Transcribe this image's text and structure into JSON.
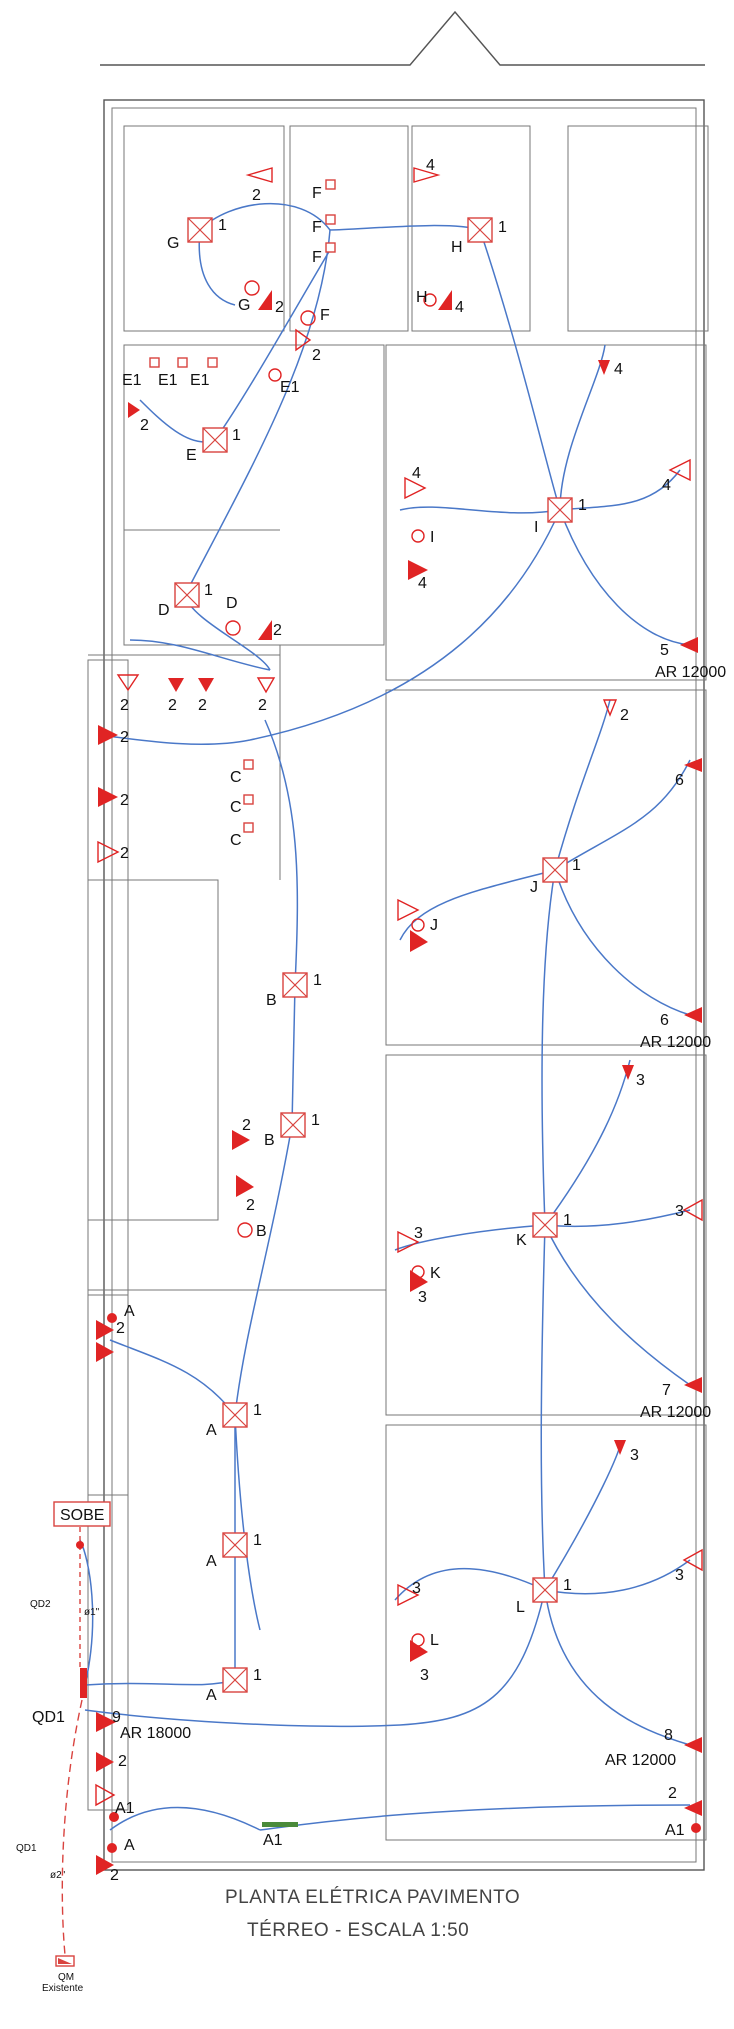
{
  "title": {
    "line1": "PLANTA ELÉTRICA PAVIMENTO",
    "line2": "TÉRREO - ESCALA 1:50"
  },
  "labels": {
    "sobe": "SOBE",
    "qd1": "QD1",
    "qd2": "QD2",
    "qm": "QM",
    "existente": "Existente",
    "phi1": "ø1\"",
    "phi2": "ø2\""
  },
  "ac_units": [
    "AR 12000",
    "AR 12000",
    "AR 12000",
    "AR 12000",
    "AR 18000"
  ],
  "lights": [
    {
      "circuit": "G",
      "num": "1"
    },
    {
      "circuit": "H",
      "num": "1"
    },
    {
      "circuit": "E",
      "num": "1"
    },
    {
      "circuit": "D",
      "num": "1"
    },
    {
      "circuit": "I",
      "num": "1"
    },
    {
      "circuit": "J",
      "num": "1"
    },
    {
      "circuit": "B",
      "num": "1"
    },
    {
      "circuit": "B",
      "num": "1"
    },
    {
      "circuit": "K",
      "num": "1"
    },
    {
      "circuit": "A",
      "num": "1"
    },
    {
      "circuit": "A",
      "num": "1"
    },
    {
      "circuit": "A",
      "num": "1"
    },
    {
      "circuit": "L",
      "num": "1"
    }
  ],
  "outlet_numbers": [
    "2",
    "4",
    "4",
    "2",
    "2",
    "2",
    "4",
    "4",
    "5",
    "4",
    "4",
    "6",
    "3",
    "3",
    "7",
    "3",
    "3",
    "8",
    "2",
    "2",
    "2",
    "2",
    "9"
  ],
  "switch_labels": [
    "F",
    "F",
    "F",
    "E1",
    "E1",
    "E1",
    "E1",
    "G",
    "H",
    "F",
    "C",
    "C",
    "C",
    "A1",
    "A1",
    "A1",
    "A",
    "A",
    "B",
    "D",
    "I",
    "J",
    "K",
    "L"
  ]
}
